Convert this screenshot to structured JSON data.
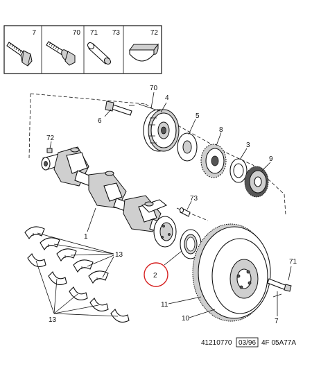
{
  "legend_parts": [
    {
      "id": "7",
      "icon": "bolt-hex-icon"
    },
    {
      "id": "70",
      "icon": "bolt-flange-icon"
    },
    {
      "id": "71",
      "icon": "dowel-pin-icon"
    },
    {
      "id": "73",
      "icon": "dowel-pin-icon"
    },
    {
      "id": "72",
      "icon": "woodruff-key-icon"
    }
  ],
  "callouts": {
    "p70": "70",
    "p4": "4",
    "p6": "6",
    "p5": "5",
    "p8": "8",
    "p72": "72",
    "p3": "3",
    "p9": "9",
    "p73": "73",
    "p1": "1",
    "p13a": "13",
    "p2": "2",
    "p71": "71",
    "p11": "11",
    "p13b": "13",
    "p10": "10",
    "p7": "7"
  },
  "highlight": {
    "part": "2",
    "color": "#d62020"
  },
  "footer": {
    "ref_number": "41210770",
    "date_code": "03/96",
    "drawing_code": "4F 05A77A"
  }
}
